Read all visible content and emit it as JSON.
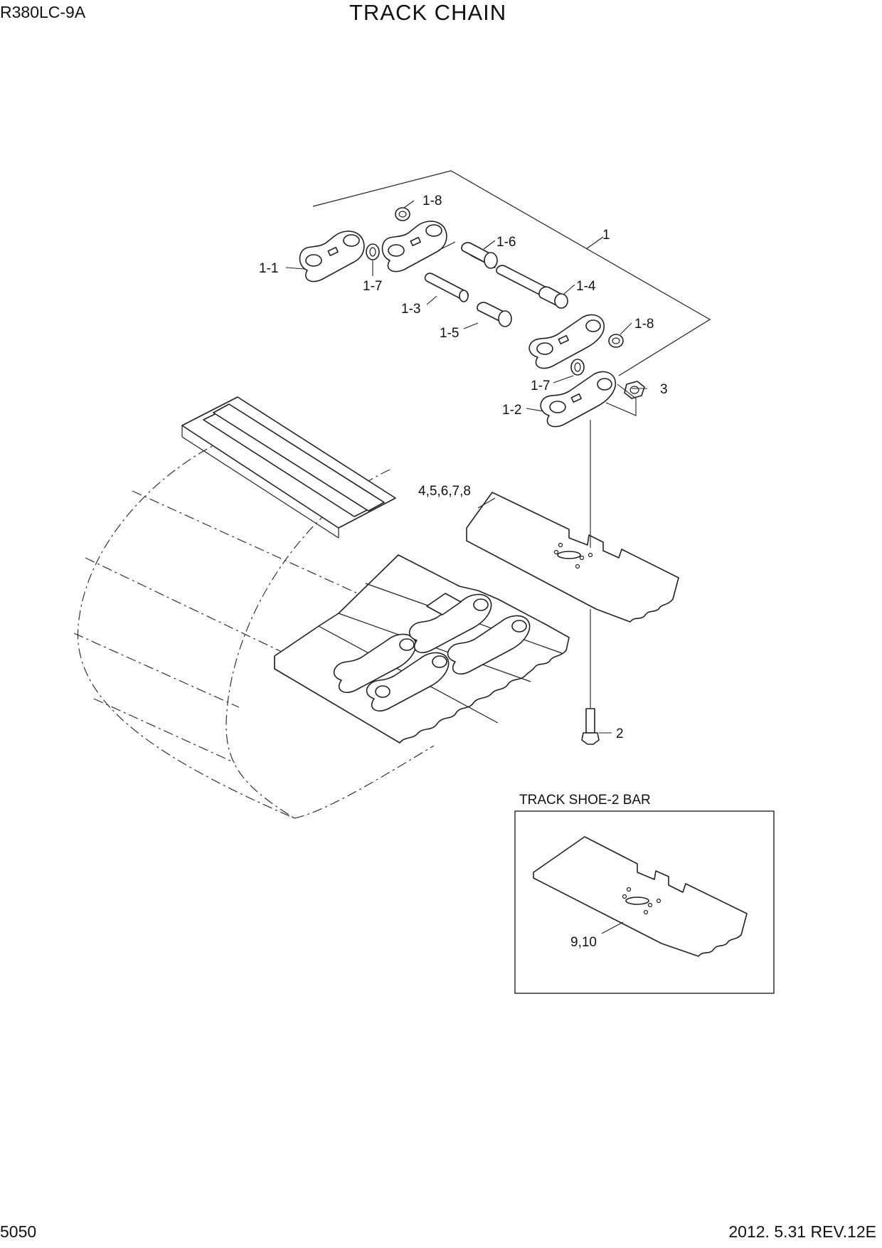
{
  "header": {
    "model": "R380LC-9A",
    "title": "TRACK CHAIN"
  },
  "footer": {
    "page_number": "5050",
    "revision": "2012. 5.31  REV.12E"
  },
  "callouts": {
    "c1": "1",
    "c1_1": "1-1",
    "c1_2": "1-2",
    "c1_3": "1-3",
    "c1_4": "1-4",
    "c1_5": "1-5",
    "c1_6": "1-6",
    "c1_7a": "1-7",
    "c1_7b": "1-7",
    "c1_8a": "1-8",
    "c1_8b": "1-8",
    "c2": "2",
    "c3": "3",
    "c4_8": "4,5,6,7,8",
    "c9_10": "9,10"
  },
  "inset": {
    "title": "TRACK SHOE-2 BAR"
  }
}
